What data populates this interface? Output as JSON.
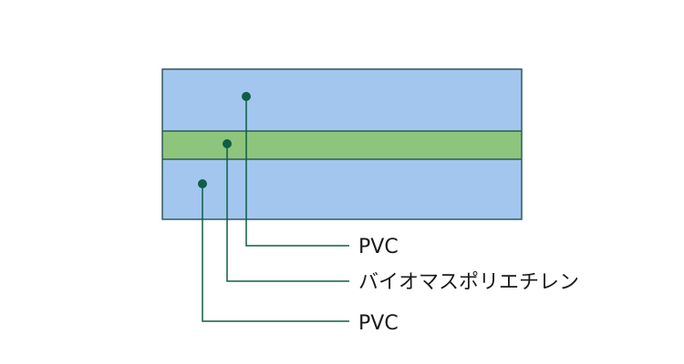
{
  "diagram": {
    "layers": [
      {
        "id": "top",
        "color": "#a3c6ef"
      },
      {
        "id": "middle",
        "color": "#8ec57c"
      },
      {
        "id": "bottom",
        "color": "#a3c6ef"
      }
    ],
    "border_color": "#2f5a58",
    "leader_color": "#0e5e45",
    "labels": {
      "top": "PVC",
      "middle": "バイオマスポリエチレン",
      "bottom": "PVC"
    }
  }
}
